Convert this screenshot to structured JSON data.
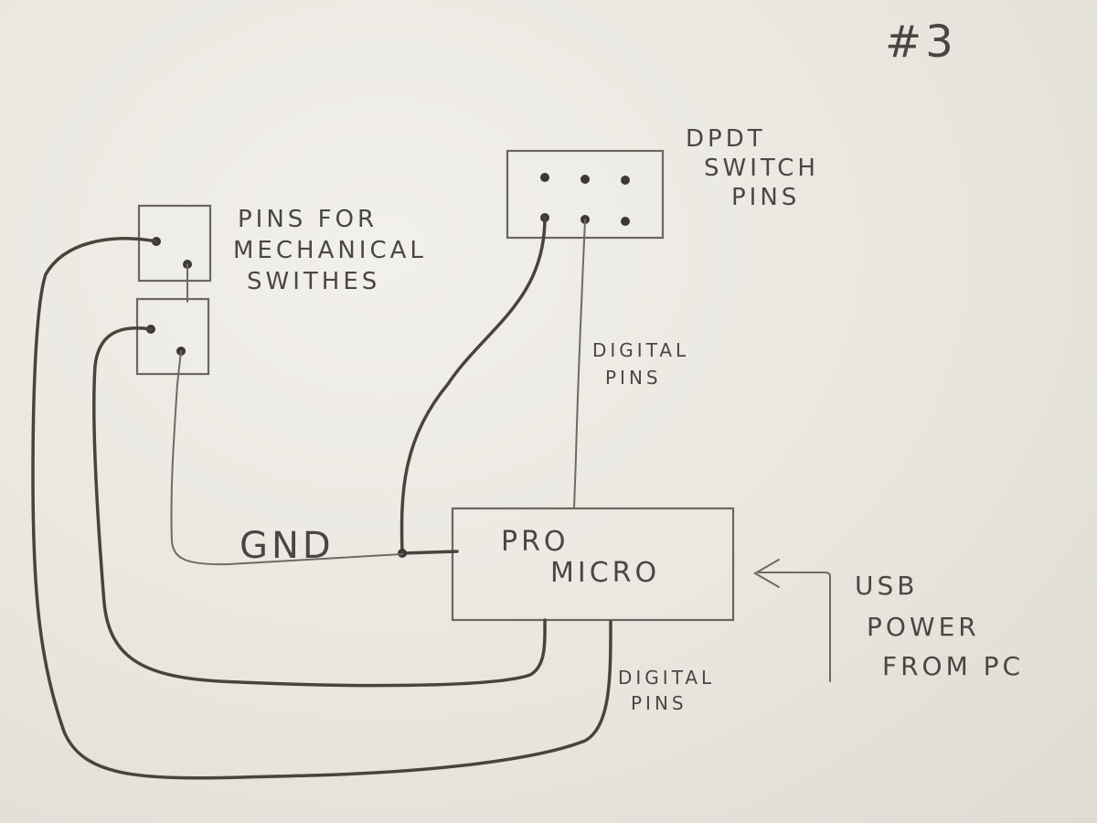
{
  "sheet_number": "#3",
  "labels": {
    "dpdt": [
      "DPDT",
      "SWITCH",
      "PINS"
    ],
    "mech": [
      "PINS FOR",
      "MECHANICAL",
      "SWITHES"
    ],
    "digital_top": [
      "DIGITAL",
      "PINS"
    ],
    "digital_bottom": [
      "DIGITAL",
      "PINS"
    ],
    "gnd": "GND",
    "pro_micro": [
      "PRO",
      "MICRO"
    ],
    "usb": [
      "USB",
      "POWER",
      "FROM PC"
    ]
  },
  "colors": {
    "paper": "#ece9e3",
    "ink_wire": "#4a433c",
    "ink_pencil": "#6b6660"
  }
}
